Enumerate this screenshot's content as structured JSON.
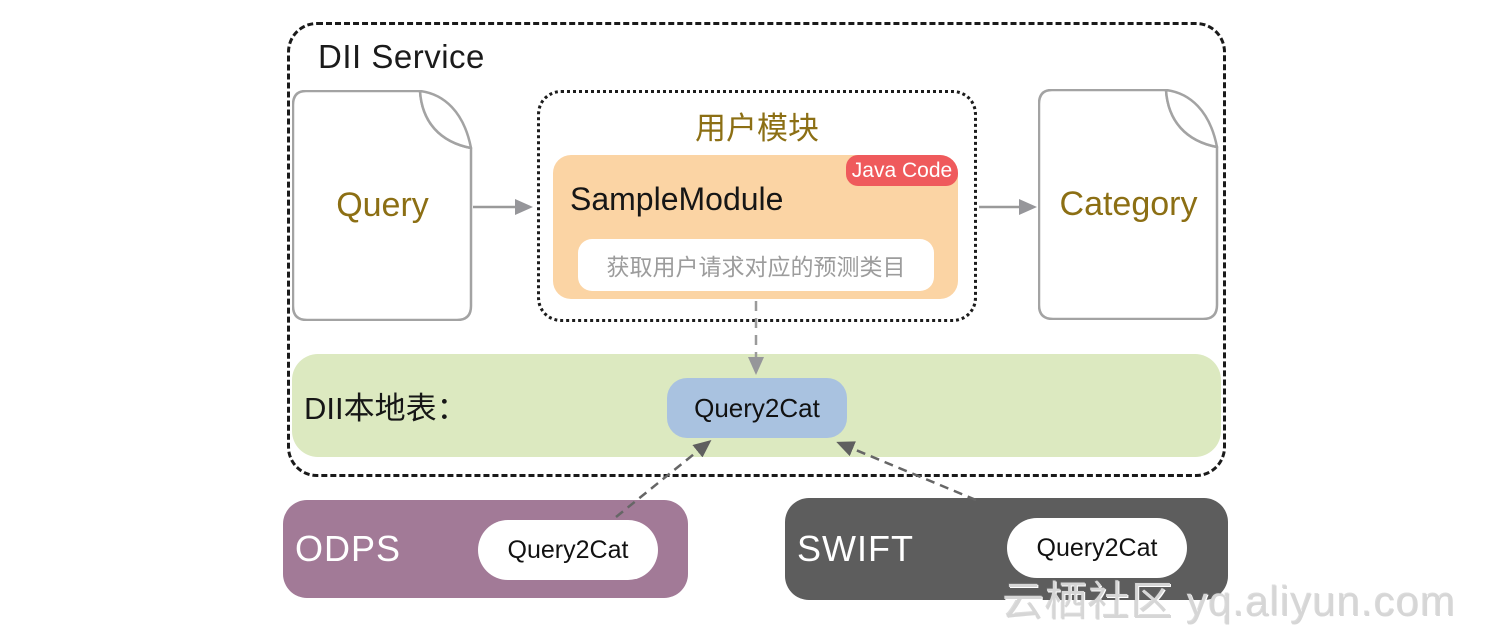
{
  "dii_service": {
    "title": "DII Service",
    "query_doc_label": "Query",
    "category_doc_label": "Category",
    "user_module": {
      "title": "用户模块",
      "module_name": "SampleModule",
      "badge": "Java Code",
      "description": "获取用户请求对应的预测类目"
    },
    "local_table": {
      "label": "DII本地表：",
      "table_name": "Query2Cat"
    }
  },
  "sources": [
    {
      "name": "ODPS",
      "table_name": "Query2Cat"
    },
    {
      "name": "SWIFT",
      "table_name": "Query2Cat"
    }
  ],
  "watermark": "云栖社区 yq.aliyun.com",
  "colors": {
    "module_fill": "#fbd4a4",
    "badge_fill": "#ef5a5c",
    "local_table_fill": "#dce9c0",
    "table_fill": "#a9c2e0",
    "odps_fill": "#a27a97",
    "swift_fill": "#5d5d5d",
    "accent_text": "#8c6f14",
    "doc_border": "#a3a3a3",
    "arrow_solid": "#9a9a9a",
    "arrow_dashed": "#666666"
  }
}
